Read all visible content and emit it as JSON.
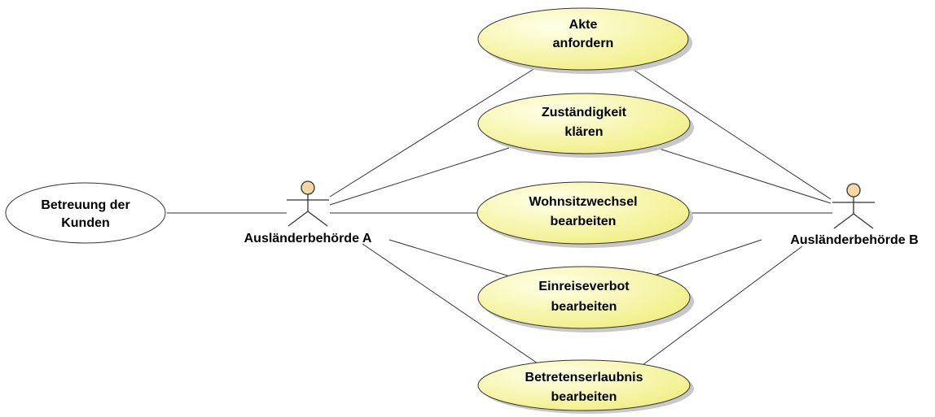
{
  "colors": {
    "usecase_fill_light": "#ffffe8",
    "usecase_fill_dark": "#f0ee80",
    "usecase_stroke": "#333333",
    "shadow": "#c8c8c8",
    "actor_head": "#f5d7a1",
    "line": "#333333",
    "plain_fill": "#ffffff"
  },
  "actors": {
    "a": {
      "name": "Ausländerbehörde A"
    },
    "b": {
      "name": "Ausländerbehörde B"
    }
  },
  "usecases": {
    "betreuung": {
      "line1": "Betreuung der",
      "line2": "Kunden"
    },
    "akte": {
      "line1": "Akte",
      "line2": "anfordern"
    },
    "zustaendigkeit": {
      "line1": "Zuständigkeit",
      "line2": "klären"
    },
    "wohnsitz": {
      "line1": "Wohnsitzwechsel",
      "line2": "bearbeiten"
    },
    "einreise": {
      "line1": "Einreiseverbot",
      "line2": "bearbeiten"
    },
    "betretens": {
      "line1": "Betretenserlaubnis",
      "line2": "bearbeiten"
    }
  }
}
